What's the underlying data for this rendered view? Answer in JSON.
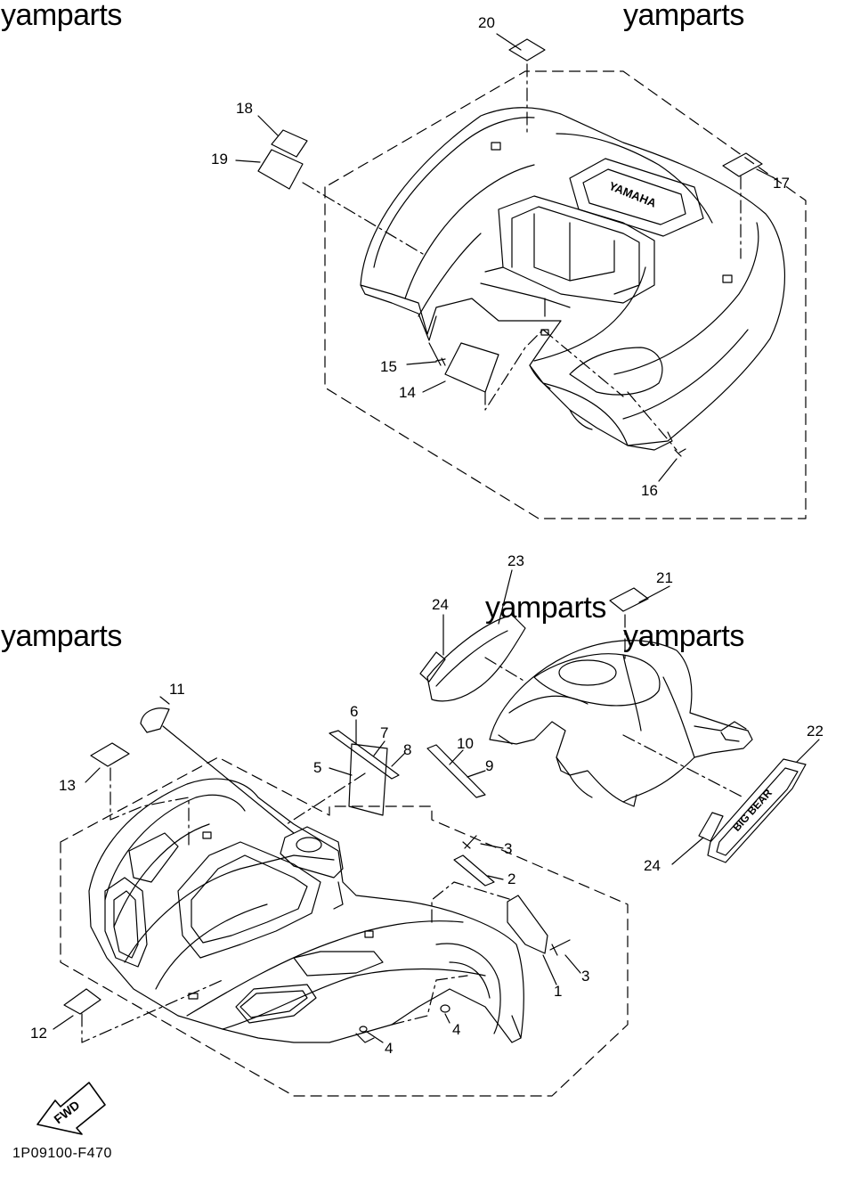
{
  "watermarks": [
    "yamparts",
    "yamparts",
    "yamparts",
    "yamparts",
    "yamparts"
  ],
  "callouts": [
    "1",
    "2",
    "3",
    "3",
    "4",
    "4",
    "5",
    "6",
    "7",
    "8",
    "9",
    "10",
    "11",
    "12",
    "13",
    "14",
    "15",
    "16",
    "17",
    "18",
    "19",
    "20",
    "21",
    "22",
    "23",
    "24",
    "24"
  ],
  "emblem_texts": {
    "rear_fender_logo": "YAMAHA",
    "fwd_arrow": "FWD",
    "side_emblem": "BIG BEAR"
  },
  "diagram_code": "1P09100-F470",
  "colors": {
    "line": "#000000",
    "background": "#ffffff"
  }
}
